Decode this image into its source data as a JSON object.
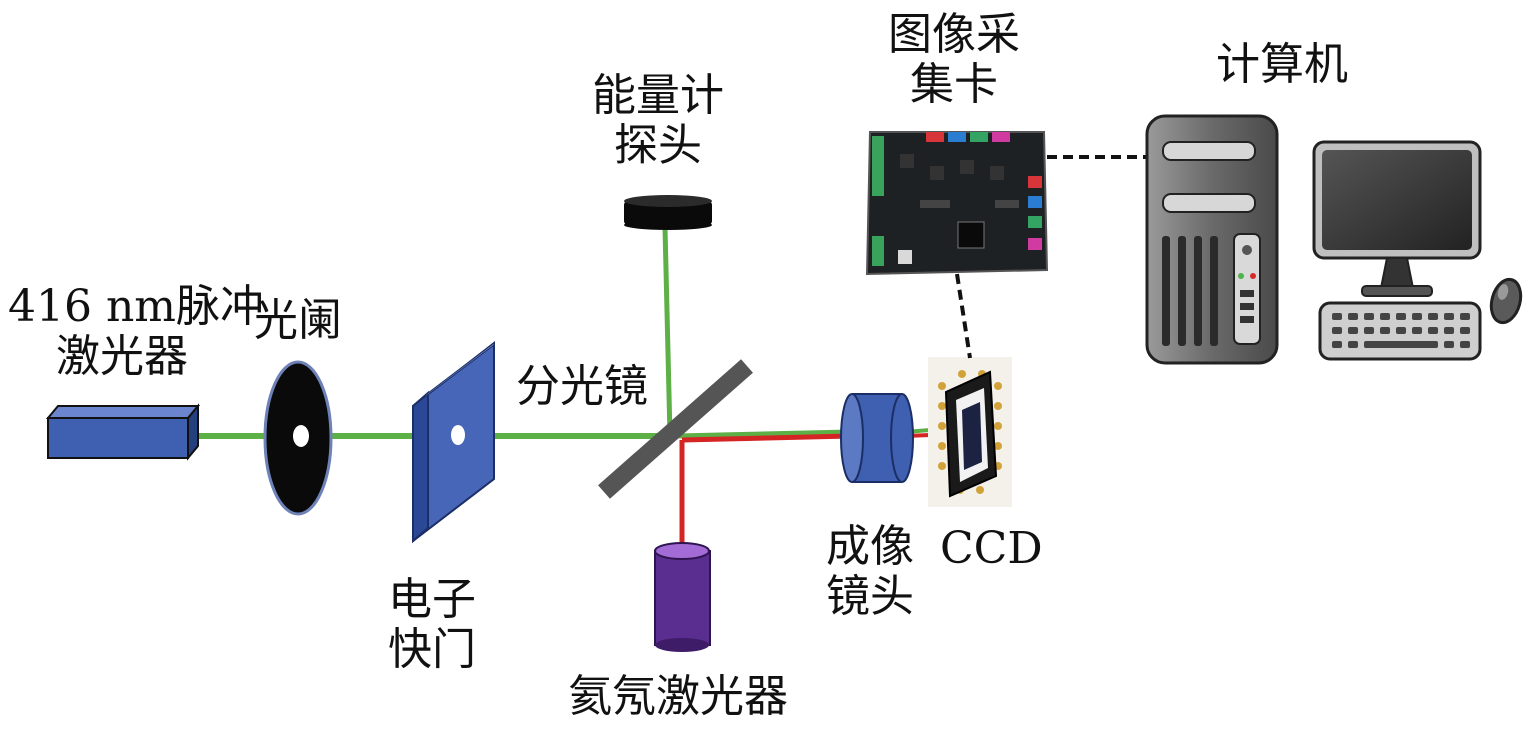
{
  "labels": {
    "laser416": [
      "416 nm脉冲",
      "激光器"
    ],
    "aperture": [
      "光阑"
    ],
    "shutter": [
      "电子",
      "快门"
    ],
    "beamsplitter": [
      "分光镜"
    ],
    "energy_probe": [
      "能量计",
      "探头"
    ],
    "hene_laser": [
      "氦氖激光器"
    ],
    "imaging_lens": [
      "成像",
      "镜头"
    ],
    "ccd": [
      "CCD"
    ],
    "capture_card": [
      "图像采",
      "集卡"
    ],
    "computer": [
      "计算机"
    ]
  },
  "colors": {
    "green_beam": "#5db045",
    "red_beam": "#d42424",
    "optic_blue": "#3f5fb0",
    "dark": "#111111",
    "purple": "#5a2d91",
    "mirror_gray": "#555555"
  }
}
